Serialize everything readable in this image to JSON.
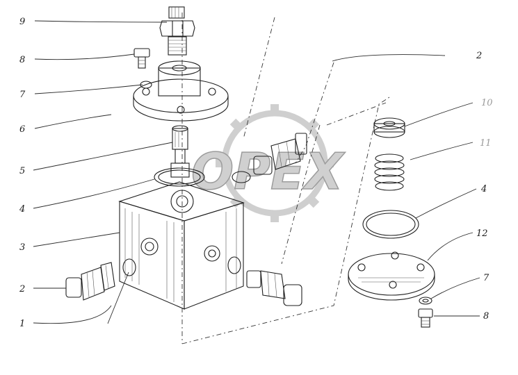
{
  "colors": {
    "ink": "#1e1e1e",
    "paper": "#ffffff",
    "watermark": "#c8c8c8"
  },
  "watermark": {
    "icon": "gear-logo-icon",
    "text": "OPEX"
  },
  "callouts": {
    "left": [
      "9",
      "8",
      "7",
      "6",
      "5",
      "4",
      "3",
      "2",
      "1"
    ],
    "right": [
      "2",
      "10",
      "11",
      "4",
      "12",
      "7",
      "8"
    ]
  }
}
